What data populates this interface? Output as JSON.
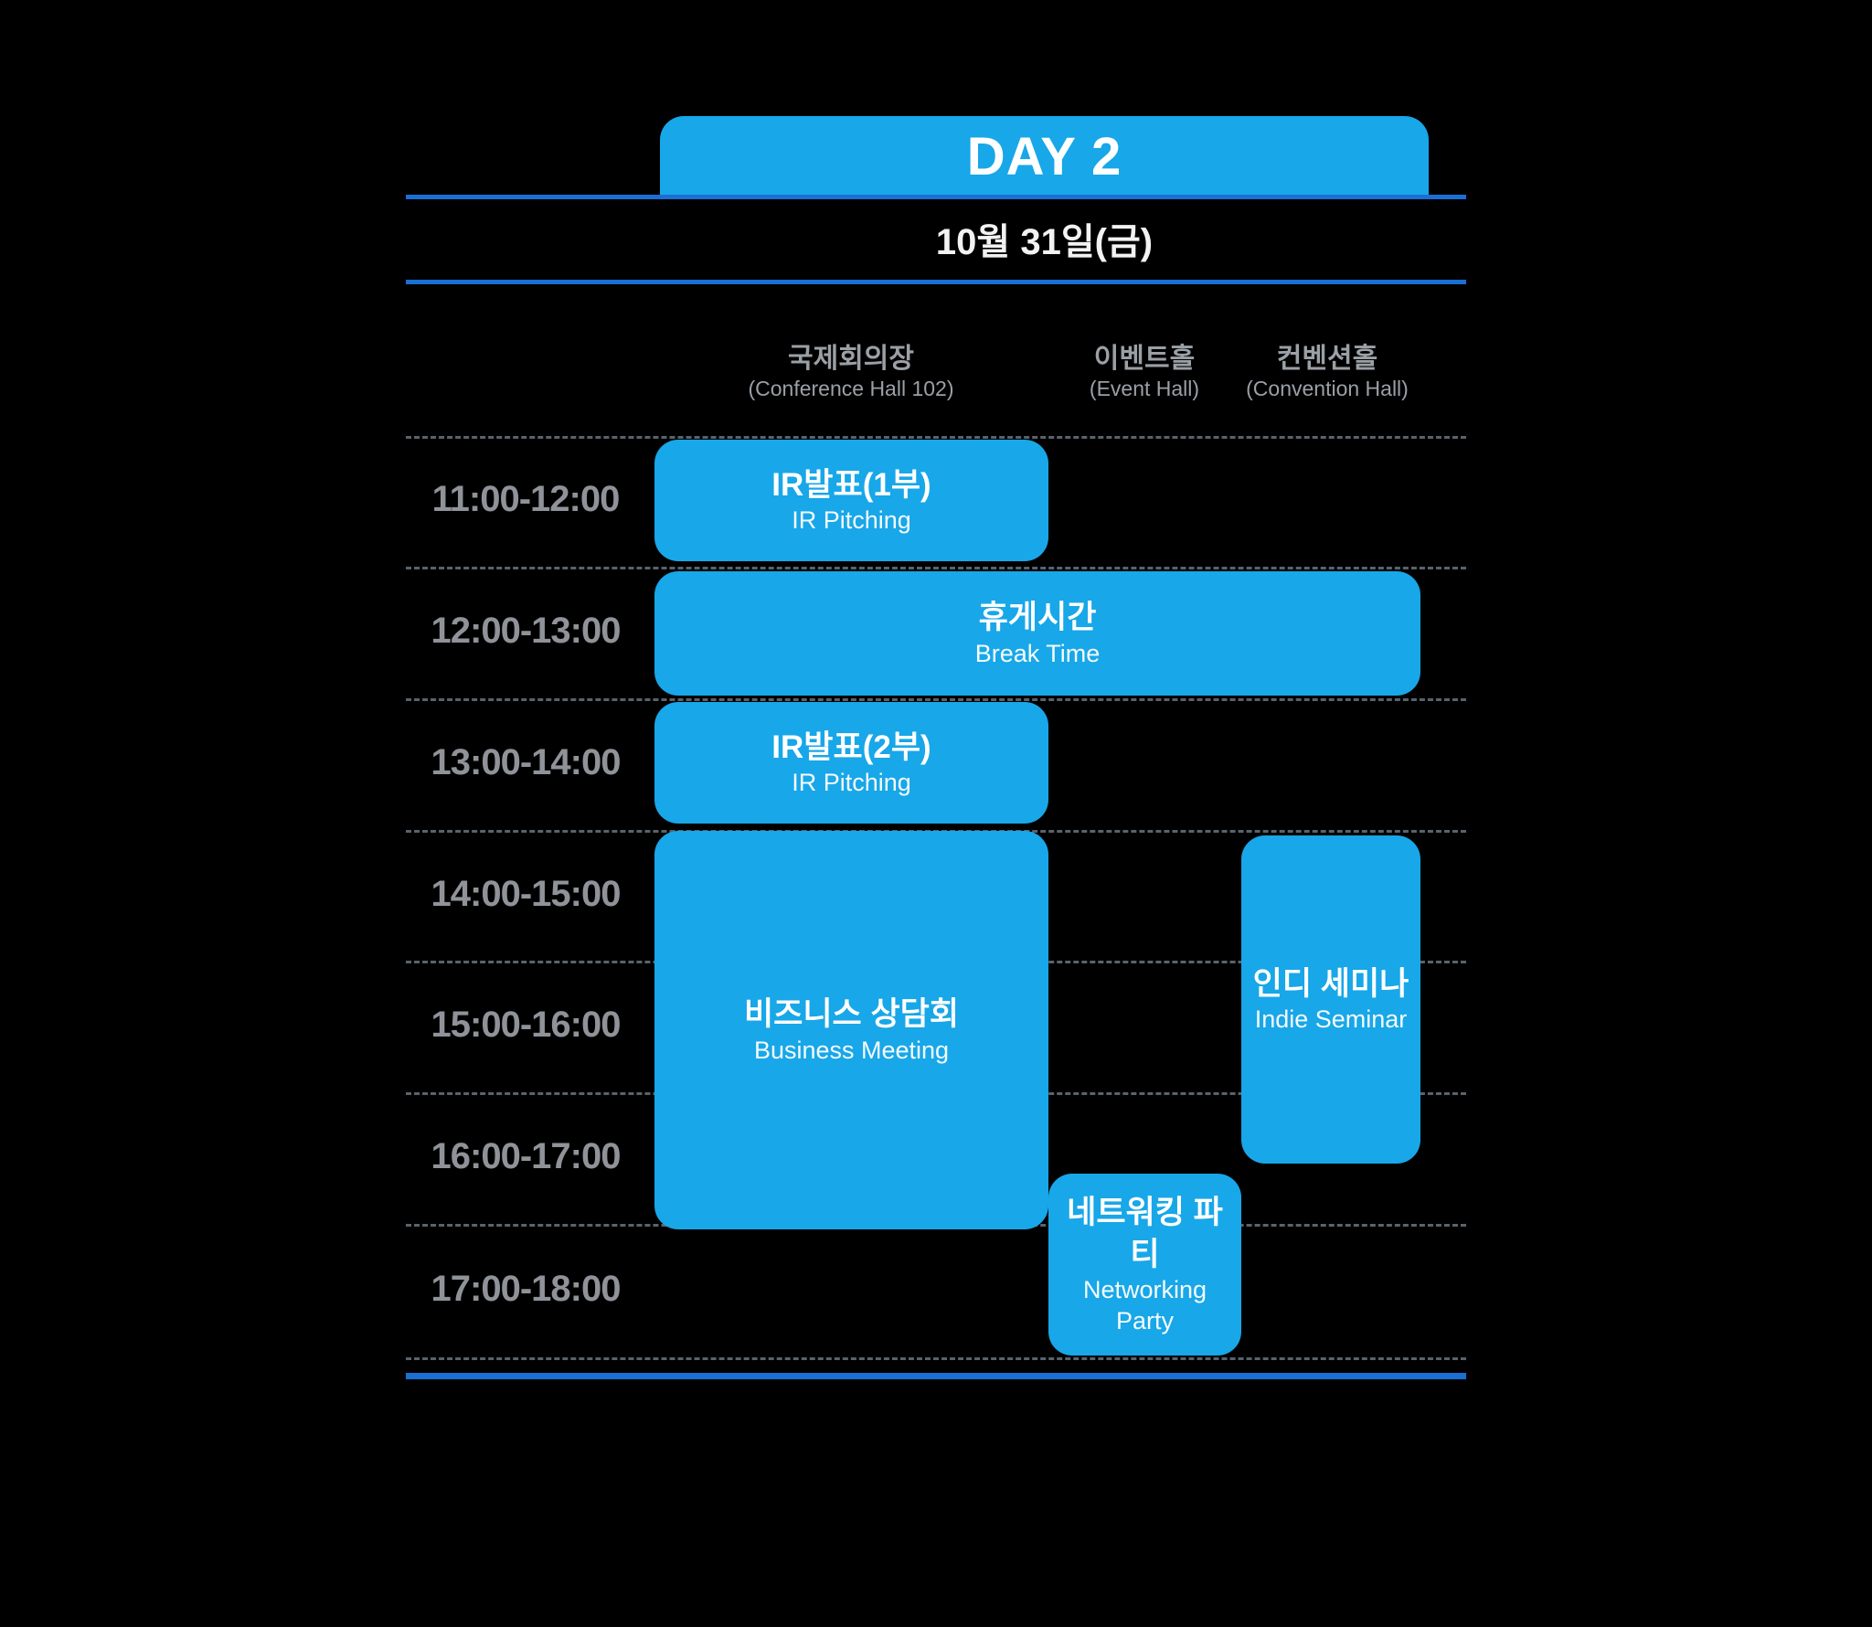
{
  "header": {
    "title": "DAY 2",
    "date": "10월 31일(금)"
  },
  "columns": [
    {
      "name": "국제회의장",
      "sub": "(Conference Hall 102)"
    },
    {
      "name": "이벤트홀",
      "sub": "(Event Hall)"
    },
    {
      "name": "컨벤션홀",
      "sub": "(Convention Hall)"
    }
  ],
  "times": [
    "11:00-12:00",
    "12:00-13:00",
    "13:00-14:00",
    "14:00-15:00",
    "15:00-16:00",
    "16:00-17:00",
    "17:00-18:00"
  ],
  "events": [
    {
      "title": "IR발표(1부)",
      "subtitle": "IR Pitching"
    },
    {
      "title": "휴게시간",
      "subtitle": "Break Time"
    },
    {
      "title": "IR발표(2부)",
      "subtitle": "IR Pitching"
    },
    {
      "title": "비즈니스 상담회",
      "subtitle": "Business Meeting"
    },
    {
      "title": "인디 세미나",
      "subtitle": "Indie Seminar"
    },
    {
      "title": "네트워킹 파티",
      "subtitle": "Networking Party"
    }
  ],
  "colors": {
    "event_blue": "#18a7e8",
    "line_blue": "#1a6fd4",
    "grid_gray": "#59636c",
    "time_gray": "#8f9399",
    "background": "#000000"
  },
  "chart_data": {
    "type": "table",
    "title": "DAY 2",
    "subtitle": "10월 31일(금)",
    "columns": [
      "국제회의장 (Conference Hall 102)",
      "이벤트홀 (Event Hall)",
      "컨벤션홀 (Convention Hall)"
    ],
    "time_slots": [
      "11:00-12:00",
      "12:00-13:00",
      "13:00-14:00",
      "14:00-15:00",
      "15:00-16:00",
      "16:00-17:00",
      "17:00-18:00"
    ],
    "schedule": [
      {
        "event": "IR발표(1부) / IR Pitching",
        "column": "국제회의장",
        "start": "11:00",
        "end": "12:00"
      },
      {
        "event": "휴게시간 / Break Time",
        "column": "전체(모든 장소)",
        "start": "12:00",
        "end": "13:00"
      },
      {
        "event": "IR발표(2부) / IR Pitching",
        "column": "국제회의장",
        "start": "13:00",
        "end": "14:00"
      },
      {
        "event": "비즈니스 상담회 / Business Meeting",
        "column": "국제회의장",
        "start": "14:00",
        "end": "17:00"
      },
      {
        "event": "인디 세미나 / Indie Seminar",
        "column": "컨벤션홀",
        "start": "14:00",
        "end": "16:30"
      },
      {
        "event": "네트워킹 파티 / Networking Party",
        "column": "이벤트홀",
        "start": "16:30",
        "end": "18:00"
      }
    ],
    "layout": {
      "grid": "dashed horizontal row lines",
      "accent": "#18a7e8",
      "background": "#000000"
    }
  }
}
